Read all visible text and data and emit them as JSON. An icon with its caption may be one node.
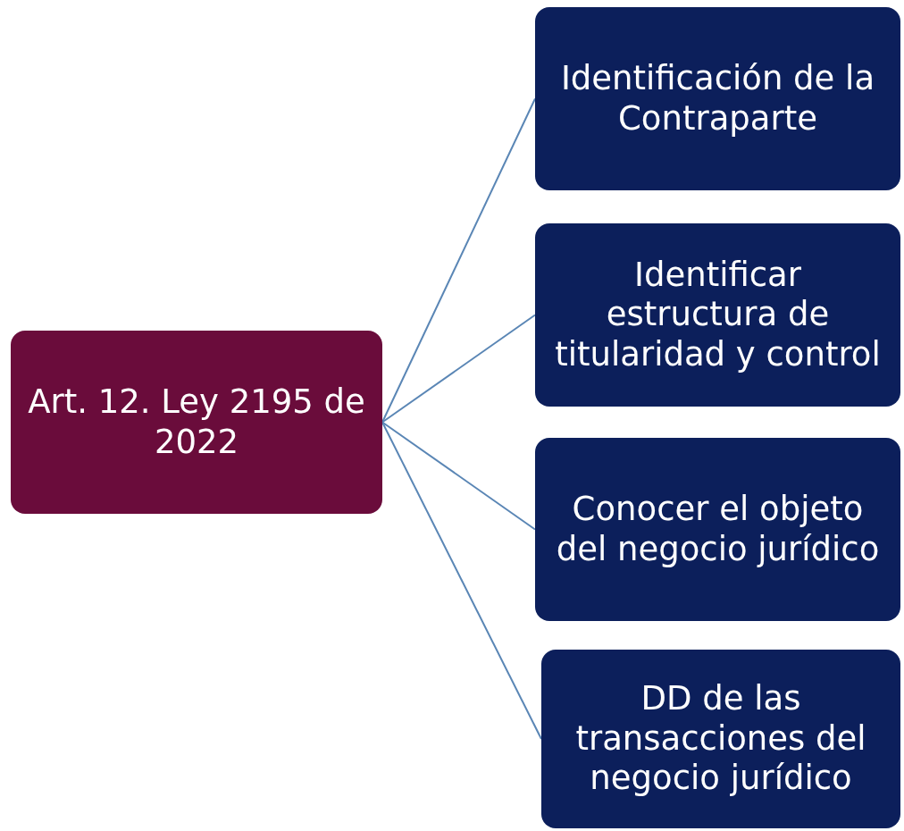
{
  "diagram": {
    "nodes": [
      {
        "text": [
          "Art. 12. Ley 2195 de 2022"
        ]
      },
      {
        "text": [
          "Identificación de la Contraparte"
        ]
      },
      {
        "text": [
          "Identificar estructura de titularidad y control"
        ]
      },
      {
        "text": [
          "Conocer el objeto del negocio jurídico"
        ]
      },
      {
        "text": [
          "DD de las transacciones del negocio jurídico"
        ]
      }
    ],
    "edges": [
      {
        "from": 0,
        "to": 1,
        "arrow": "none"
      },
      {
        "from": 0,
        "to": 2,
        "arrow": "none"
      },
      {
        "from": 0,
        "to": 3,
        "arrow": "none"
      },
      {
        "from": 0,
        "to": 4,
        "arrow": "none"
      }
    ]
  }
}
